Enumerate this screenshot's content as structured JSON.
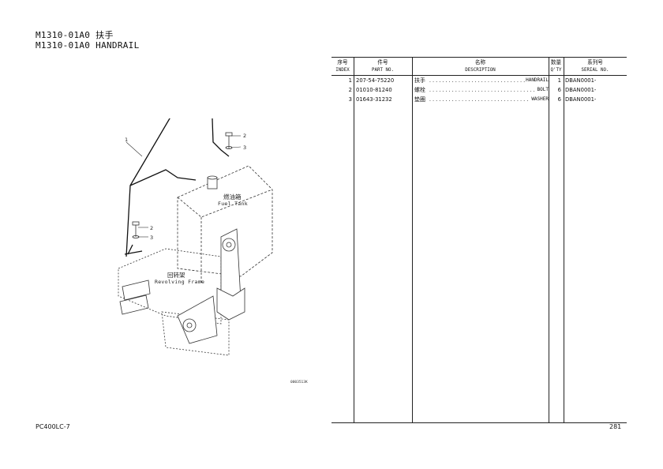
{
  "title": {
    "line1": "M1310-01A0 扶手",
    "line2": "M1310-01A0 HANDRAIL"
  },
  "illustration": {
    "code": "0003513K",
    "fuel_tank_zh": "燃油箱",
    "fuel_tank_en": "Fuel Tank",
    "revolving_frame_zh": "回转架",
    "revolving_frame_en": "Revolving Frame",
    "callouts": [
      "1",
      "2",
      "3",
      "2",
      "3"
    ]
  },
  "table": {
    "headers": {
      "index": {
        "zh": "序号",
        "en": "INDEX"
      },
      "part_no": {
        "zh": "件号",
        "en": "PART NO."
      },
      "description": {
        "zh": "名称",
        "en": "DESCRIPTION"
      },
      "qty": {
        "zh": "数量",
        "en": "Q'TY"
      },
      "serial": {
        "zh": "系列号",
        "en": "SERIAL NO."
      }
    },
    "rows": [
      {
        "index": "1",
        "part_no": "207-54-75220",
        "desc_zh": "扶手",
        "desc_en": "HANDRAIL",
        "qty": "1",
        "serial": "DBAN0001-"
      },
      {
        "index": "2",
        "part_no": "01010-81240",
        "desc_zh": "螺栓",
        "desc_en": "BOLT",
        "qty": "6",
        "serial": "DBAN0001-"
      },
      {
        "index": "3",
        "part_no": "01643-31232",
        "desc_zh": "垫圈",
        "desc_en": "WASHER",
        "qty": "6",
        "serial": "DBAN0001-"
      }
    ]
  },
  "footer": {
    "model": "PC400LC-7",
    "page": "281"
  }
}
